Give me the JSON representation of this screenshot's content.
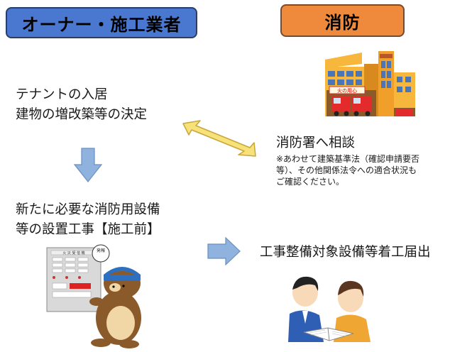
{
  "header": {
    "left_title": "オーナー・施工業者",
    "right_title": "消防"
  },
  "step1": {
    "line1": "テナントの入居",
    "line2": "建物の増改築等の決定"
  },
  "consult": {
    "title": "消防署へ相談",
    "note_line1": "※あわせて建築基準法（確認申請要否",
    "note_line2": "等）、その他関係法令への適合状況も",
    "note_line3": "ご確認ください。"
  },
  "step2": {
    "line1": "新たに必要な消防用設備",
    "line2": "等の設置工事【施工前】"
  },
  "notice": {
    "title": "工事整備対象設備等着工届出"
  },
  "illustrations": {
    "fire_station_sign": "火の用心",
    "alarm_bubble": "発報",
    "panel_header": "火 災 受 信 機"
  },
  "colors": {
    "left_header": "#4a78d0",
    "right_header": "#ef8a3c",
    "double_arrow": "#f7e27a",
    "blue_arrow": "#8fb2df"
  }
}
